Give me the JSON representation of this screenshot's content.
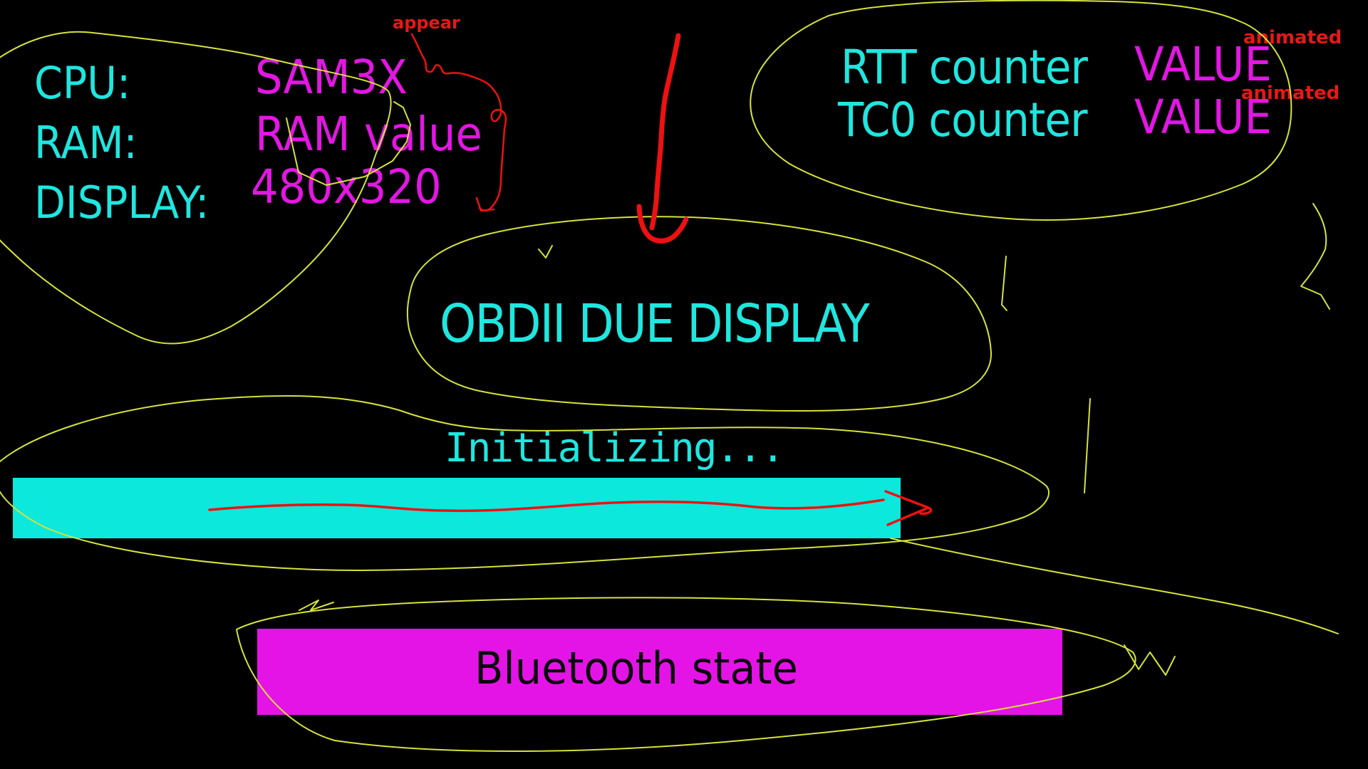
{
  "colors": {
    "cyan": "#1fe6df",
    "cyan_bar": "#0ce8dc",
    "magenta": "#e316e3",
    "magenta_box": "#e414e6",
    "yellow": "#d6e23c",
    "red_stroke": "#ee1111",
    "red_text": "#e81717",
    "text_on_magenta": "#0a0a0a"
  },
  "system_info": {
    "rows": [
      {
        "label": "CPU:",
        "value": "SAM3X"
      },
      {
        "label": "RAM:",
        "value": "RAM value"
      },
      {
        "label": "DISPLAY:",
        "value": "480x320"
      }
    ]
  },
  "counters": {
    "rows": [
      {
        "label": "RTT counter",
        "value": "VALUE",
        "note": "animated"
      },
      {
        "label": "TC0 counter",
        "value": "VALUE",
        "note": "animated"
      }
    ]
  },
  "title": "OBDII DUE DISPLAY",
  "status": {
    "text": "Initializing..."
  },
  "bluetooth": {
    "label": "Bluetooth state"
  },
  "annotations": {
    "appear": "appear"
  }
}
